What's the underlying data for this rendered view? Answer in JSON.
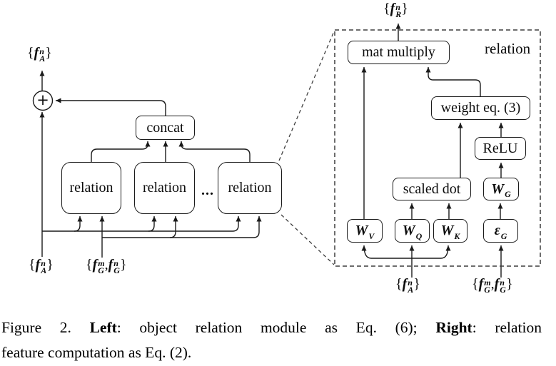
{
  "figure": {
    "left": {
      "out_label": [
        {
          "t": "{"
        },
        {
          "b": "f",
          "sup": "n",
          "sub": "A"
        },
        {
          "t": "}"
        }
      ],
      "plus_symbol": "+",
      "concat_label": "concat",
      "relation_labels": [
        "relation",
        "relation",
        "relation"
      ],
      "dots": "...",
      "input_appearance": [
        {
          "t": "{"
        },
        {
          "b": "f",
          "sup": "n",
          "sub": "A"
        },
        {
          "t": "}"
        }
      ],
      "input_geometry": [
        {
          "t": "{"
        },
        {
          "b": "f",
          "sup": "m",
          "sub": "G"
        },
        {
          "t": ","
        },
        {
          "b": "f",
          "sup": "n",
          "sub": "G"
        },
        {
          "t": "}"
        }
      ]
    },
    "right": {
      "out_label": [
        {
          "t": "{"
        },
        {
          "b": "f",
          "sup": "n",
          "sub": "R"
        },
        {
          "t": "}"
        }
      ],
      "panel_label": "relation",
      "mat_multiply_label": "mat multiply",
      "weight_eq_label": "weight eq. (3)",
      "relu_label": "ReLU",
      "scaled_dot_label": "scaled dot",
      "wv_label": [
        {
          "b": "W",
          "sub": "V"
        }
      ],
      "wq_label": [
        {
          "b": "W",
          "sub": "Q"
        }
      ],
      "wk_label": [
        {
          "b": "W",
          "sub": "K"
        }
      ],
      "wg_label": [
        {
          "b": "W",
          "sub": "G"
        }
      ],
      "eg_label": [
        {
          "b": "ε",
          "sub": "G"
        }
      ],
      "input_appearance": [
        {
          "t": "{"
        },
        {
          "b": "f",
          "sup": "n",
          "sub": "A"
        },
        {
          "t": "}"
        }
      ],
      "input_geometry": [
        {
          "t": "{"
        },
        {
          "b": "f",
          "sup": "m",
          "sub": "G"
        },
        {
          "t": ","
        },
        {
          "b": "f",
          "sup": "n",
          "sub": "G"
        },
        {
          "t": "}"
        }
      ]
    },
    "caption": {
      "lines": [
        [
          {
            "t": "Figure 2. "
          },
          {
            "t": "Left",
            "bold": true
          },
          {
            "t": ": object relation module as Eq. (6); "
          },
          {
            "t": "Right",
            "bold": true
          },
          {
            "t": ": relation"
          }
        ],
        [
          {
            "t": "feature computation as Eq. (2)."
          }
        ]
      ]
    },
    "colors": {
      "line": "#1a1a1a",
      "dashed": "#3d3d3d",
      "background": "#ffffff"
    }
  }
}
